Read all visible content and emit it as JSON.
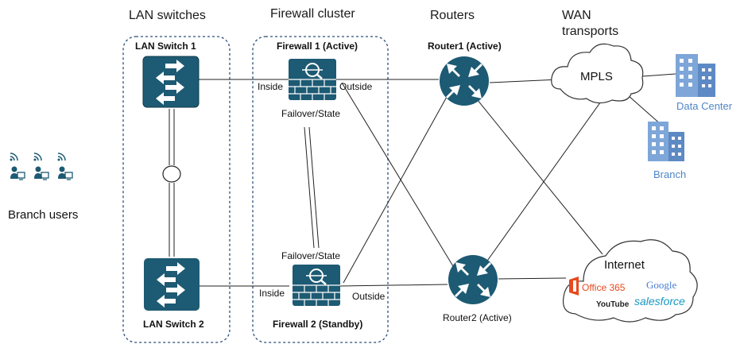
{
  "headers": {
    "lan_switches": "LAN switches",
    "firewall_cluster": "Firewall cluster",
    "routers": "Routers",
    "wan_line1": "WAN",
    "wan_line2": "transports"
  },
  "branch_users": "Branch users",
  "lan_switch_1": "LAN Switch 1",
  "lan_switch_2": "LAN Switch 2",
  "firewall_1": "Firewall 1 (Active)",
  "firewall_2": "Firewall 2 (Standby)",
  "inside": "Inside",
  "outside": "Outside",
  "failover_state": "Failover/State",
  "router_1": "Router1 (Active)",
  "router_2": "Router2 (Active)",
  "mpls": "MPLS",
  "internet": "Internet",
  "data_center": "Data Center",
  "branch": "Branch",
  "services": {
    "office365": "Office 365",
    "youtube": "YouTube",
    "google": "Google",
    "salesforce": "salesforce"
  },
  "colors": {
    "device_teal": "#1d5a73",
    "building_blue": "#7ea6d8",
    "label_blue": "#4f86c6",
    "office_red": "#e8491d",
    "salesforce_blue": "#1798c1"
  }
}
